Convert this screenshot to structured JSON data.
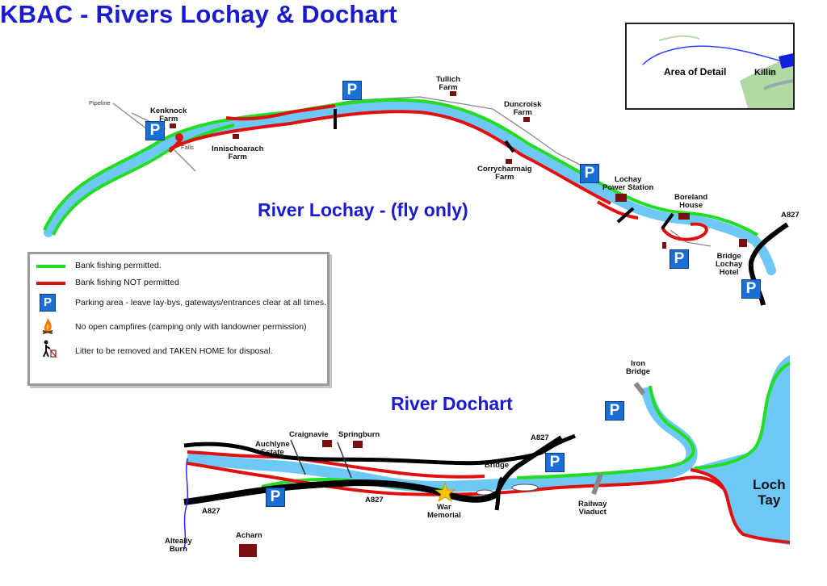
{
  "title": "KBAC - Rivers Lochay & Dochart",
  "inset": {
    "area_label": "Area of Detail",
    "town_label": "Killin"
  },
  "lochay": {
    "name": "River Lochay - (fly only)",
    "places": {
      "pipeline": "Pipeline",
      "kenknock": "Kenknock\nFarm",
      "falls": "Falls",
      "innischoarach": "Innischoarach\nFarm",
      "tullich": "Tullich\nFarm",
      "duncroisk": "Duncroisk\nFarm",
      "corrycharmaig": "Corrycharmaig\nFarm",
      "power_station": "Lochay\nPower Station",
      "boreland": "Boreland\nHouse",
      "bridge_hotel": "Bridge\nLochay\nHotel",
      "a827": "A827"
    }
  },
  "legend": {
    "green": {
      "label": "Bank fishing permitted.",
      "color": "#22dd22"
    },
    "red": {
      "label": "Bank fishing NOT permitted",
      "color": "#e01010"
    },
    "parking": {
      "symbol": "P",
      "label": "Parking area - leave lay-bys, gateways/entrances clear at all times."
    },
    "fire": {
      "icon": "campfire-icon",
      "label": "No open campfires (camping only with landowner permission)"
    },
    "litter": {
      "icon": "litter-icon",
      "label": "Litter to be removed and TAKEN HOME for disposal."
    }
  },
  "dochart": {
    "name": "River Dochart",
    "places": {
      "iron_bridge": "Iron\nBridge",
      "craignavie": "Craignavie",
      "springburn": "Springburn",
      "auchlyne": "Auchlyne\nEstate",
      "a827_top": "A827",
      "bridge": "Bridge",
      "a827_left": "A827",
      "a827_mid": "A827",
      "war_memorial": "War\nMemorial",
      "railway_viaduct": "Railway\nViaduct",
      "altealiy": "Altealiy\nBurn",
      "acharn": "Acharn",
      "loch_tay": "Loch\nTay"
    }
  },
  "parking_symbol": "P",
  "colors": {
    "river": "#6ec8f5",
    "permitted": "#22dd22",
    "not_permitted": "#e01010",
    "road": "#000000",
    "title": "#1a1ad0"
  }
}
